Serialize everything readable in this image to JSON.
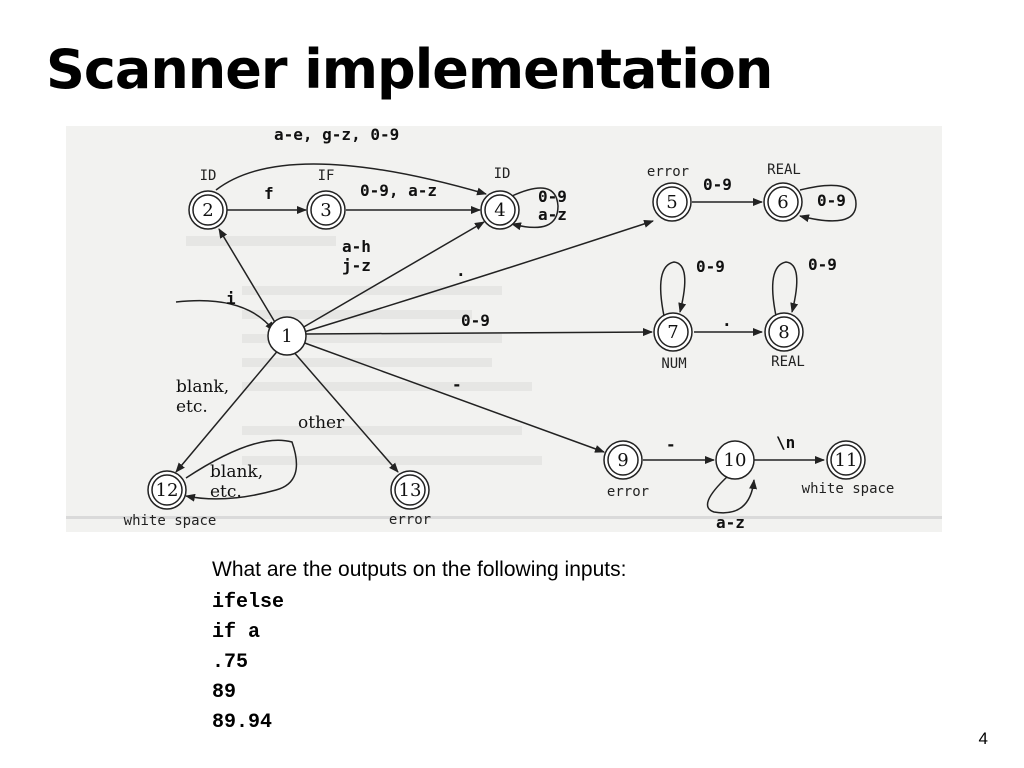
{
  "slide": {
    "title": "Scanner implementation",
    "question": "What are the outputs on the following inputs:",
    "inputs": [
      "ifelse",
      "if a",
      ".75",
      "89",
      "89.94"
    ],
    "page_number": "4"
  },
  "diagram": {
    "states": [
      {
        "id": "1",
        "accepting": false
      },
      {
        "id": "2",
        "accepting": true,
        "label": "ID"
      },
      {
        "id": "3",
        "accepting": true,
        "label": "IF"
      },
      {
        "id": "4",
        "accepting": true,
        "label": "ID"
      },
      {
        "id": "5",
        "accepting": true,
        "label": "error"
      },
      {
        "id": "6",
        "accepting": true,
        "label": "REAL"
      },
      {
        "id": "7",
        "accepting": true,
        "label": "NUM"
      },
      {
        "id": "8",
        "accepting": true,
        "label": "REAL"
      },
      {
        "id": "9",
        "accepting": true,
        "label": "error"
      },
      {
        "id": "10",
        "accepting": false
      },
      {
        "id": "11",
        "accepting": true,
        "label": "white space"
      },
      {
        "id": "12",
        "accepting": true,
        "label": "white space"
      },
      {
        "id": "13",
        "accepting": true,
        "label": "error"
      }
    ],
    "transitions": [
      {
        "from": "1",
        "to": "2",
        "label": "i"
      },
      {
        "from": "2",
        "to": "3",
        "label": "f"
      },
      {
        "from": "2",
        "to": "4",
        "label": "a-e, g-z, 0-9"
      },
      {
        "from": "3",
        "to": "4",
        "label": "0-9, a-z"
      },
      {
        "from": "4",
        "to": "4",
        "label": "0-9\na-z"
      },
      {
        "from": "1",
        "to": "4",
        "label": "a-h\nj-z"
      },
      {
        "from": "1",
        "to": "5",
        "label": "."
      },
      {
        "from": "5",
        "to": "6",
        "label": "0-9"
      },
      {
        "from": "6",
        "to": "6",
        "label": "0-9"
      },
      {
        "from": "1",
        "to": "7",
        "label": "0-9"
      },
      {
        "from": "7",
        "to": "7",
        "label": "0-9"
      },
      {
        "from": "7",
        "to": "8",
        "label": "."
      },
      {
        "from": "8",
        "to": "8",
        "label": "0-9"
      },
      {
        "from": "1",
        "to": "9",
        "label": "-"
      },
      {
        "from": "9",
        "to": "10",
        "label": "-"
      },
      {
        "from": "10",
        "to": "10",
        "label": "a-z"
      },
      {
        "from": "10",
        "to": "11",
        "label": "\\n"
      },
      {
        "from": "1",
        "to": "12",
        "label": "blank,\netc."
      },
      {
        "from": "12",
        "to": "12",
        "label": "blank,\netc."
      },
      {
        "from": "1",
        "to": "13",
        "label": "other"
      }
    ]
  }
}
